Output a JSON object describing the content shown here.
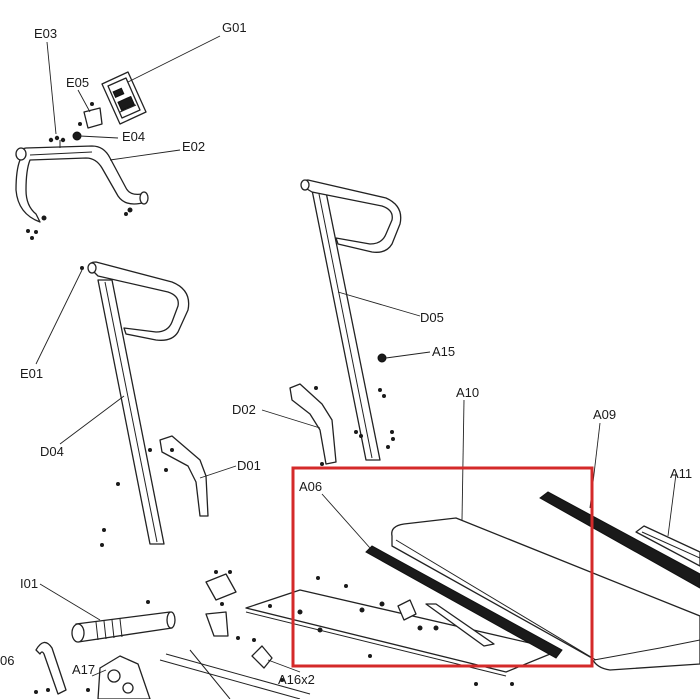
{
  "labels": {
    "G01": "G01",
    "E03": "E03",
    "E05": "E05",
    "E04": "E04",
    "E02": "E02",
    "E01": "E01",
    "D05": "D05",
    "A15": "A15",
    "A10": "A10",
    "A09": "A09",
    "A11": "A11",
    "D02": "D02",
    "D01": "D01",
    "D04": "D04",
    "A06": "A06",
    "I01": "I01",
    "I06": "06",
    "A17": "A17",
    "A16": "A16x2"
  },
  "highlight": {
    "color": "#d42a2a"
  }
}
